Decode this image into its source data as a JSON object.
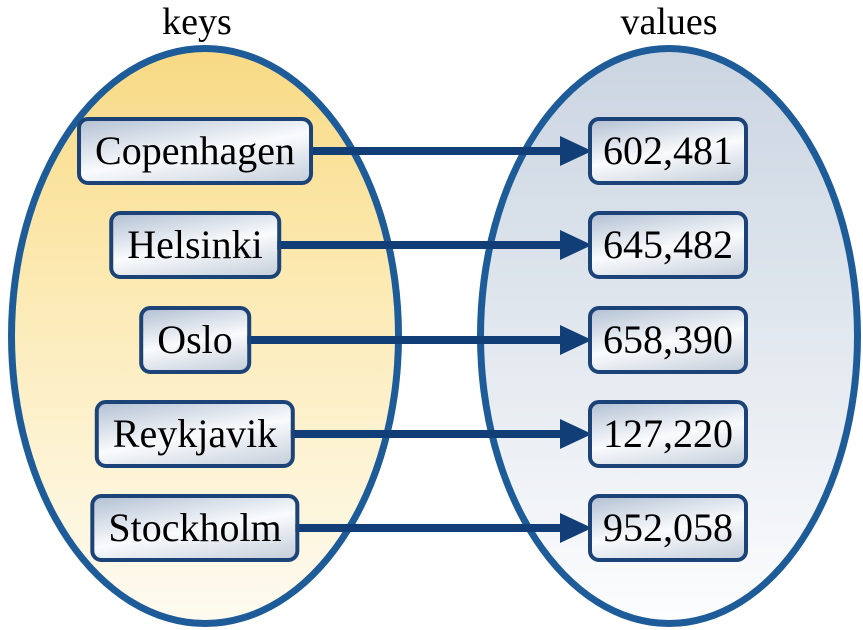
{
  "diagram": {
    "keys_label": "keys",
    "values_label": "values",
    "pairs": [
      {
        "key": "Copenhagen",
        "value": "602,481"
      },
      {
        "key": "Helsinki",
        "value": "645,482"
      },
      {
        "key": "Oslo",
        "value": "658,390"
      },
      {
        "key": "Reykjavik",
        "value": "127,220"
      },
      {
        "key": "Stockholm",
        "value": "952,058"
      }
    ],
    "colors": {
      "ellipse_border": "#1d5c98",
      "box_border": "#1c4377",
      "arrow": "#123e78",
      "text": "#000000",
      "keys_top": "#f8da85",
      "keys_bottom": "#fdfaf0",
      "values_top": "#cbd5e1",
      "values_bottom": "#fcfdfe"
    }
  }
}
